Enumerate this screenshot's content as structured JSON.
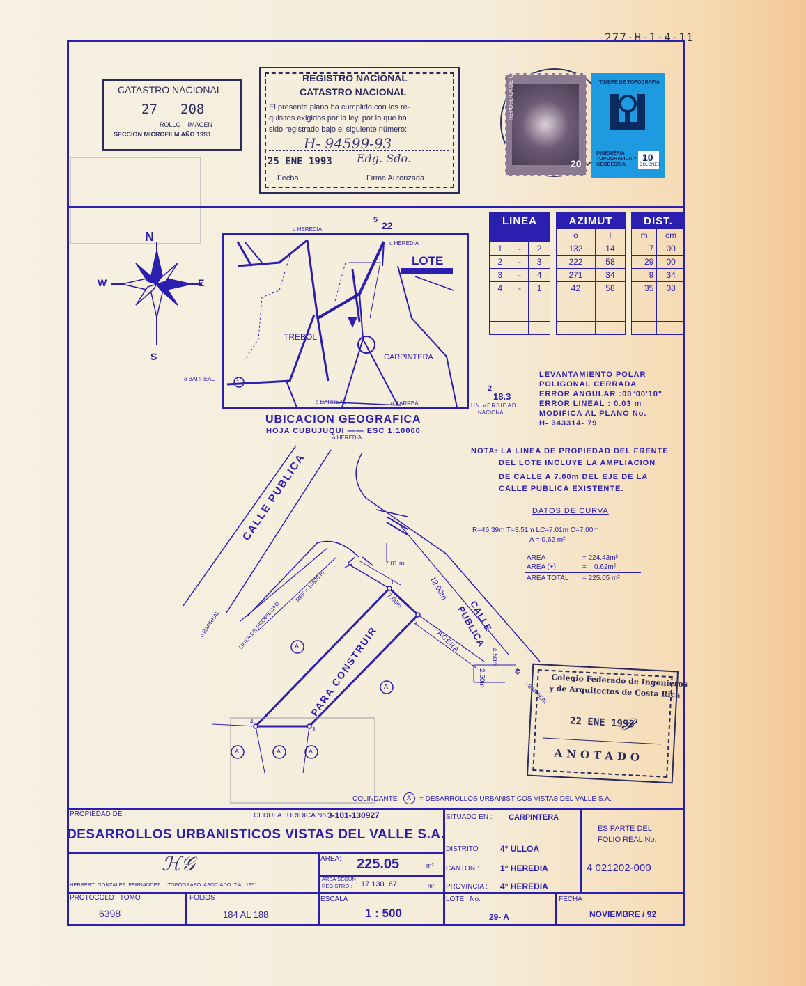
{
  "doc_ref": "277-H-1-4-11",
  "catastro_stamp": {
    "title": "CATASTRO NACIONAL",
    "number_left": "27",
    "number_right": "208",
    "labels": "ROLLO    IMAGEN",
    "footer": "SECCION MICROFILM AÑO 1993"
  },
  "registro_stamp": {
    "line1": "REGISTRO NACIONAL",
    "line2": "CATASTRO NACIONAL",
    "body1": "El presente plano ha cumplido con los re-",
    "body2": "quisitos exigidos por la ley, por lo que ha",
    "body3": "sido registrado bajo el siguiente número:",
    "number": "H- 94599-93",
    "date": "25 ENE 1993",
    "fecha_label": "Fecha",
    "firma_label": "Firma Autorizada"
  },
  "stamps_right": {
    "brown_top": "REPUBLICA DE COSTA RICA",
    "blue_title": "TIMBRE DE TOPOGRAFIA",
    "blue_sub": "INGENIERIA TOPOGRAFICA Y GEODESICA",
    "blue_value": "10",
    "blue_unit": "COLONES",
    "brown_value": "20"
  },
  "compass": {
    "n": "N",
    "s": "S",
    "e": "E",
    "w": "W"
  },
  "location_map": {
    "top_heredia": "o HEREDIA",
    "top_heredia2": "o HEREDIA",
    "lote": "LOTE",
    "trebol": "TREBOL",
    "carpintera": "CARPINTERA",
    "barreal_left": "o BARREAL",
    "barreal_bottom1": "o BARREAL",
    "barreal_bottom2": "o BARREAL",
    "route_17": "17",
    "point_5": "5",
    "point_22": "22",
    "point_2": "2",
    "val_183": "18.3",
    "universidad": "UNIVERSIDAD",
    "nacional": "NACIONAL",
    "title": "UBICACION GEOGRAFICA",
    "subtitle": "HOJA CUBUJUQUI —— ESC 1:10000"
  },
  "azimut_table": {
    "headers": [
      "LINEA",
      "AZIMUT",
      "DIST."
    ],
    "sub_headers": [
      "o",
      "I",
      "m",
      "cm"
    ],
    "rows": [
      {
        "a": "1",
        "b": "2",
        "deg": "132",
        "min": "14",
        "m": "7",
        "cm": "00"
      },
      {
        "a": "2",
        "b": "3",
        "deg": "222",
        "min": "58",
        "m": "29",
        "cm": "00"
      },
      {
        "a": "3",
        "b": "4",
        "deg": "271",
        "min": "34",
        "m": "9",
        "cm": "34"
      },
      {
        "a": "4",
        "b": "1",
        "deg": "42",
        "min": "58",
        "m": "35",
        "cm": "08"
      }
    ]
  },
  "survey_notes": {
    "l1": "LEVANTAMIENTO POLAR",
    "l2": "POLIGONAL CERRADA",
    "l3": "ERROR ANGULAR :00°00'10\"",
    "l4": "ERROR LINEAL :  0.03 m",
    "l5": "MODIFICA AL PLANO No.",
    "l6": "H- 343314- 79"
  },
  "nota": {
    "l1": "NOTA: LA LINEA DE PROPIEDAD DEL FRENTE",
    "l2": "DEL LOTE INCLUYE LA  AMPLIACION",
    "l3": "DE CALLE  A 7.00m  DEL EJE DE LA",
    "l4": "CALLE PUBLICA EXISTENTE."
  },
  "curva": {
    "title": "DATOS DE CURVA",
    "l1": "R=46.39m  T=3.51m  LC=7.01m  C=7.00m",
    "l2": "A =  0.62 m²"
  },
  "areas": {
    "r1_label": "AREA",
    "r1_value": "= 224.43m²",
    "r2_label": "AREA (+)",
    "r2_value": "=    0.62m²",
    "r3_label": "AREA TOTAL",
    "r3_value": "= 225.05 m²"
  },
  "plan": {
    "calle_publica_1": "CALLE  PUBLICA",
    "calle_publica_2": "CALLE",
    "calle_publica_3": "PUBLICA",
    "heredia": "o HEREDIA",
    "barreal_left": "o BARREAL",
    "barreal_right": "o BARREAL",
    "linea_propiedad": "LINEA DE PROPIEDAD",
    "ref": "REF = 14820 m",
    "d701": "7.01 m",
    "d700": "7.00m",
    "d1200": "12.00m",
    "acera": "ACERA",
    "d450": "4.50m",
    "d250": "2.50m",
    "cl": "¢",
    "para_construir": "PARA  CONSTRUIR",
    "p1": "1",
    "p2": "2",
    "p3": "3",
    "p4": "4",
    "a_mark": "A"
  },
  "colegio_stamp": {
    "l1": "Colegio Federado de Ingenieros",
    "l2": "y de Arquitectos de Costa Rica",
    "date": "22 ENE 1993",
    "footer": "ANOTADO"
  },
  "colindante": {
    "label": "COLINDANTE",
    "mark": "A",
    "text": "=  DESARROLLOS URBANISTICOS VISTAS DEL VALLE S.A."
  },
  "title_block": {
    "propiedad_label": "PROPIEDAD DE :",
    "cedula_label": "CEDULA JURIDICA No.",
    "cedula_value": "3-101-130927",
    "owner": "DESARROLLOS URBANISTICOS VISTAS DEL VALLE S.A.",
    "topografo": "HERBERT  GONZALEZ  FERNANDEZ     TOPOGRAFO  ASOCIADO  T.A.  1951",
    "area_label": "AREA:",
    "area_value": "225.05",
    "area_unit": "m²",
    "area_segun_label1": "AREA SEGUN",
    "area_segun_label2": "REGISTRO :",
    "area_segun_value": "17 130. 67",
    "area_segun_unit": "m²",
    "situado_label": "SITUADO  EN :",
    "situado_value": "CARPINTERA",
    "distrito_label": "DISTRITO :",
    "distrito_value": "4°  ULLOA",
    "canton_label": "CANTON :",
    "canton_value": "1°  HEREDIA",
    "provincia_label": "PROVINCIA :",
    "provincia_value": "4°  HEREDIA",
    "es_parte_1": "ES  PARTE  DEL",
    "es_parte_2": "FOLIO  REAL  No.",
    "folio_real": "4  021202-000",
    "protocolo_label": "PROTOCOLO   TOMO",
    "protocolo_value": "6398",
    "folios_label": "FOLIOS",
    "folios_value": "184  AL  188",
    "escala_label": "ESCALA",
    "escala_value": "1 : 500",
    "lote_label": "LOTE   No.",
    "lote_value": "29- A",
    "fecha_label": "FECHA",
    "fecha_value": "NOVIEMBRE / 92"
  }
}
